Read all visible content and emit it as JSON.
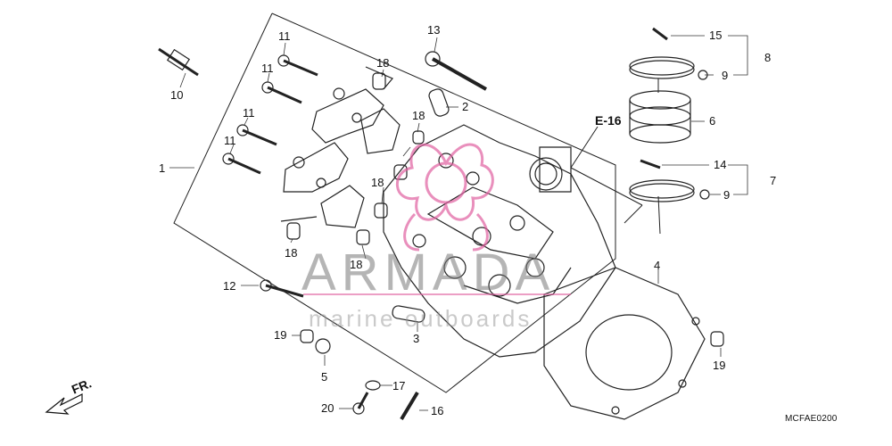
{
  "diagram": {
    "part_labels": {
      "p1": "1",
      "p2": "2",
      "p3": "3",
      "p4": "4",
      "p5": "5",
      "p6": "6",
      "p7": "7",
      "p8": "8",
      "p9a": "9",
      "p9b": "9",
      "p10": "10",
      "p11a": "11",
      "p11b": "11",
      "p11c": "11",
      "p11d": "11",
      "p12": "12",
      "p13": "13",
      "p14": "14",
      "p15": "15",
      "p16": "16",
      "p17": "17",
      "p18a": "18",
      "p18b": "18",
      "p18c": "18",
      "p18d": "18",
      "p18e": "18",
      "p19a": "19",
      "p19b": "19",
      "p20": "20"
    },
    "reference": "E-16",
    "direction": "FR.",
    "diagram_code": "MCFAE0200",
    "watermark": {
      "brand": "ARMADA",
      "tagline": "marine outboards",
      "accent_color": "#e060a0"
    }
  }
}
